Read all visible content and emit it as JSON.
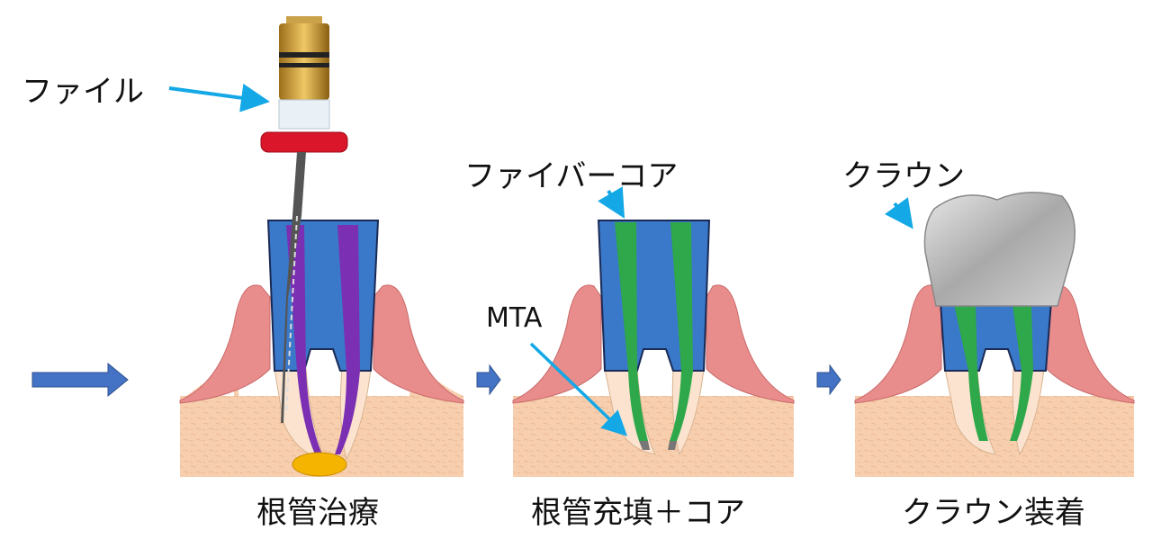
{
  "labels": {
    "file": "ファイル",
    "fiber_core": "ファイバーコア",
    "crown": "クラウン",
    "mta": "MTA"
  },
  "steps": [
    {
      "caption": "根管治療"
    },
    {
      "caption": "根管充填＋コア"
    },
    {
      "caption": "クラウン装着"
    }
  ],
  "colors": {
    "arrow_blue": "#4472c4",
    "pointer_cyan": "#14a8e6",
    "tooth_blue": "#3a78c9",
    "purple_canal": "#7b2fb2",
    "green_filling": "#2ea84a",
    "bone": "#f5c9a8",
    "gum": "#e98c8c",
    "lesion": "#f5b400",
    "crown": "#b8b8b8",
    "file_gold": "#d4a537",
    "file_stopper": "#d9162a"
  },
  "icons": [
    "right-arrow-icon",
    "pointer-arrow-icon",
    "endodontic-file-icon"
  ]
}
